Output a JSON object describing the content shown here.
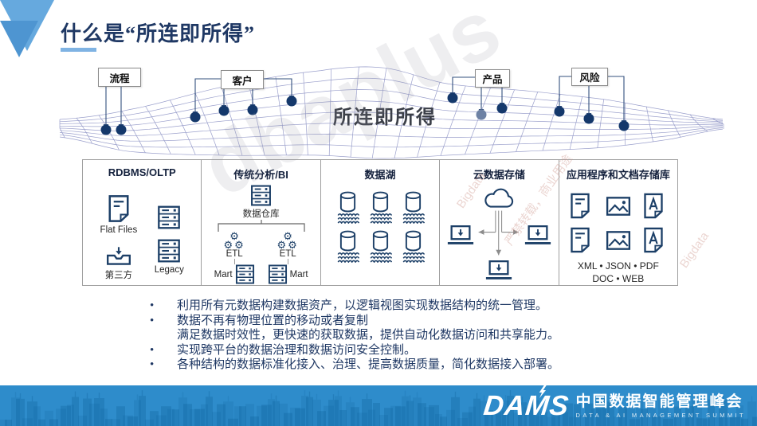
{
  "slide": {
    "title": "什么是“所连即所得”"
  },
  "mesh": {
    "center_title": "所连即所得",
    "labels": [
      "流程",
      "客户",
      "产品",
      "风险"
    ]
  },
  "panels": [
    {
      "title": "RDBMS/OLTP",
      "items": {
        "flat_files": "Flat Files",
        "third_party": "第三方",
        "legacy": "Legacy"
      }
    },
    {
      "title": "传统分析/BI",
      "items": {
        "warehouse": "数据仓库",
        "etl_left": "ETL",
        "etl_right": "ETL",
        "mart_left": "Mart",
        "mart_right": "Mart"
      }
    },
    {
      "title": "数据湖"
    },
    {
      "title": "云数据存储"
    },
    {
      "title": "应用程序和文档存储库",
      "formats_line1": "XML • JSON • PDF",
      "formats_line2": "DOC • WEB"
    }
  ],
  "bullets": [
    {
      "lines": [
        "利用所有元数据构建数据资产，以逻辑视图实现数据结构的统一管理。"
      ]
    },
    {
      "lines": [
        "数据不再有物理位置的移动或者复制",
        "满足数据时效性，更快速的获取数据，提供自动化数据访问和共享能力。"
      ]
    },
    {
      "lines": [
        "实现跨平台的数据治理和数据访问安全控制。"
      ]
    },
    {
      "lines": [
        "各种结构的数据标准化接入、治理、提高数据质量，简化数据接入部署。"
      ]
    }
  ],
  "footer": {
    "logo": "DAMS",
    "title": "中国数据智能管理峰会",
    "subtitle": "DATA & AI MANAGEMENT SUMMIT"
  },
  "watermarks": {
    "big": "dbaplus",
    "diagonals": [
      "Bigdata",
      "严禁转载，商业用途",
      "Bigdata"
    ]
  },
  "colors": {
    "footer_blue": "#2E8CCB",
    "navy_text": "#1F3864",
    "icon_navy": "#1C3F67",
    "mesh_line": "#9096C6",
    "title_underline": "#7FB3E3"
  }
}
